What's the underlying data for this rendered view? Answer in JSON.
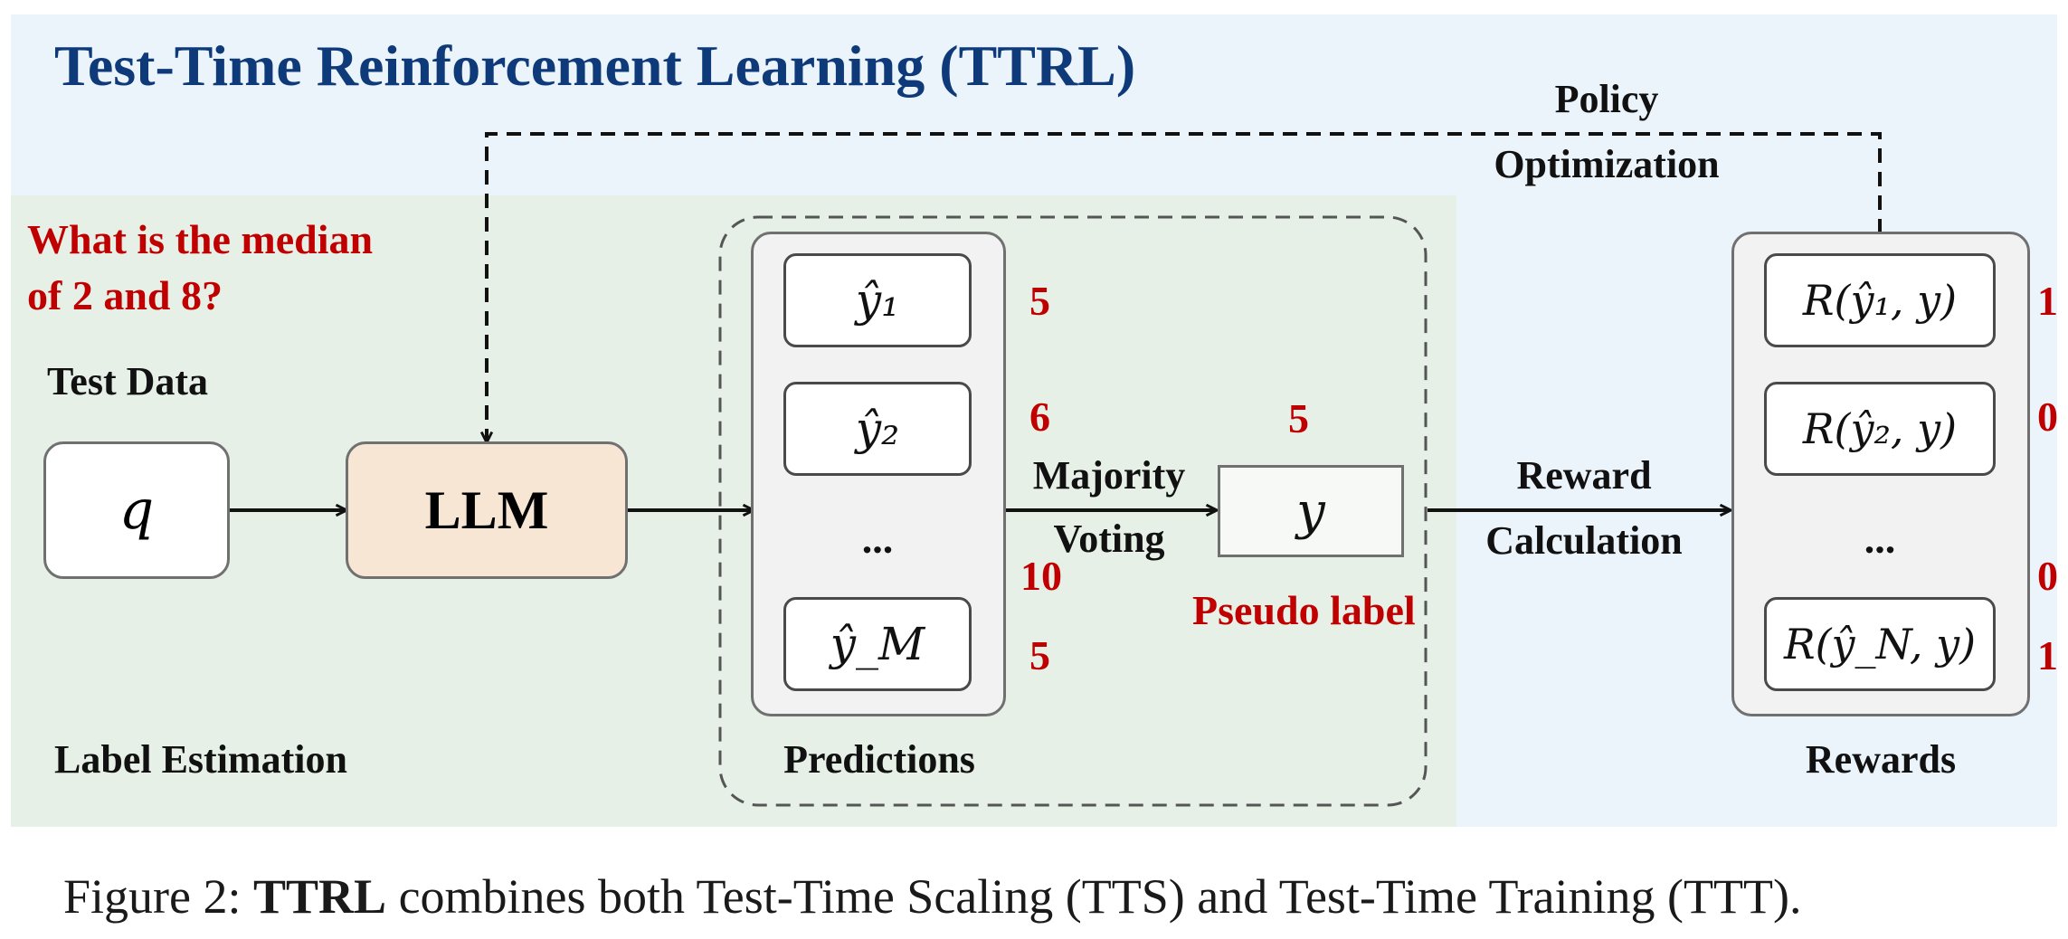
{
  "title": "Test-Time Reinforcement Learning (TTRL)",
  "policy": {
    "line1": "Policy",
    "line2": "Optimization"
  },
  "question": {
    "line1": "What is the median",
    "line2": "of 2 and 8?"
  },
  "test_data_label": "Test Data",
  "q_symbol": "q",
  "llm_label": "LLM",
  "label_estimation": "Label Estimation",
  "predictions": {
    "items": [
      "ŷ₁",
      "ŷ₂",
      "...",
      "ŷ_M"
    ],
    "votes": [
      "5",
      "6",
      "10",
      "5"
    ],
    "label": "Predictions"
  },
  "majority": {
    "line1": "Majority",
    "line2": "Voting"
  },
  "pseudo": {
    "value": "5",
    "symbol": "y",
    "label": "Pseudo label"
  },
  "reward_calc": {
    "line1": "Reward",
    "line2": "Calculation"
  },
  "rewards": {
    "items": [
      "R(ŷ₁, y)",
      "R(ŷ₂, y)",
      "...",
      "R(ŷ_N, y)"
    ],
    "values": [
      "1",
      "0",
      "0",
      "1"
    ],
    "label": "Rewards"
  },
  "caption": {
    "prefix": "Figure 2: ",
    "bold": "TTRL",
    "rest": " combines both Test-Time Scaling (TTS) and Test-Time Training (TTT)."
  },
  "colors": {
    "title": "#0f3a7a",
    "accent_red": "#c00000",
    "llm_fill": "#f8e6d5",
    "bg_blue": "#ebf3fb",
    "bg_green": "#e6f0e7"
  }
}
